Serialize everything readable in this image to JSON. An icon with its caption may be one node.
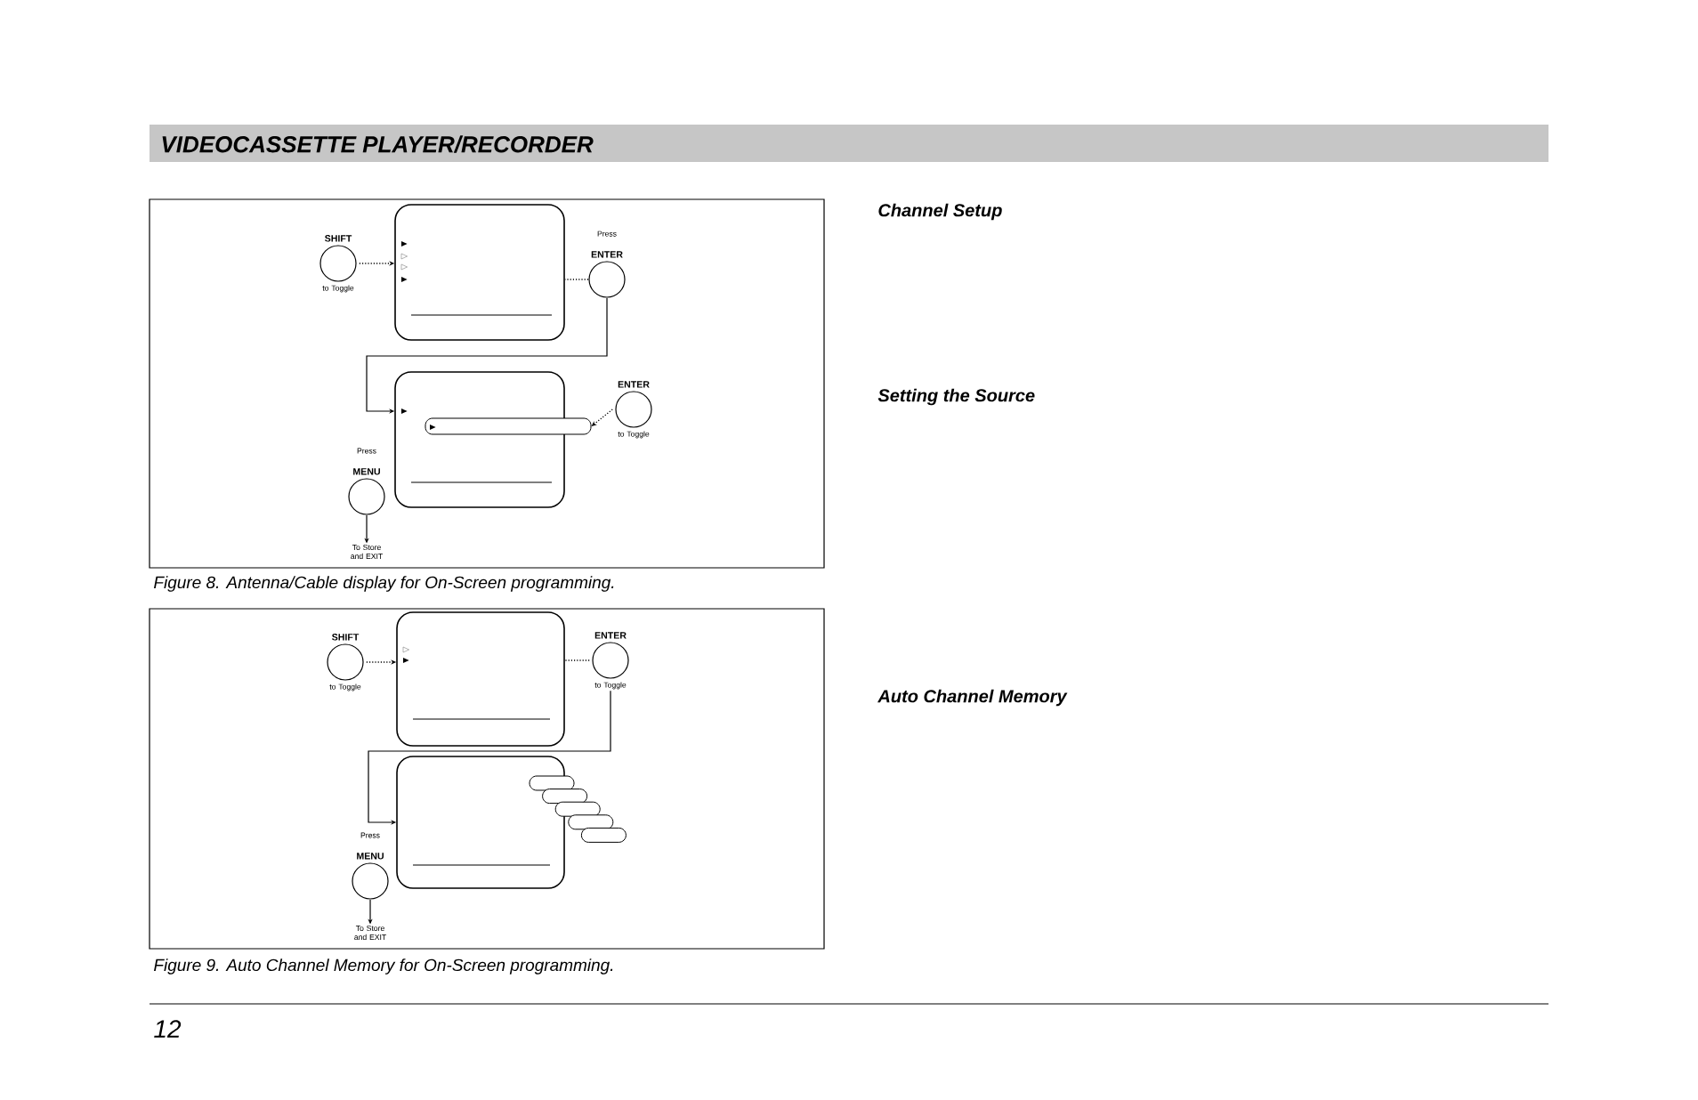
{
  "diagram": {
    "title": "VIDEOCASSETTE PLAYER/RECORDER",
    "nodes": [
      {
        "text": [
          "SHIFT",
          "to Toggle"
        ]
      },
      {
        "text": [],
        "shape": "box"
      },
      {
        "text": [
          "Press",
          "ENTER"
        ]
      },
      {
        "text": [],
        "shape": "box"
      },
      {
        "text": [],
        "shape": "bar"
      },
      {
        "text": [
          "ENTER",
          "to Toggle"
        ]
      },
      {
        "text": [
          "Press",
          "MENU"
        ]
      },
      {
        "text": [
          "To Store and EXIT"
        ]
      },
      {
        "text": [
          "SHIFT",
          "to Toggle"
        ]
      },
      {
        "text": [],
        "shape": "box"
      },
      {
        "text": [
          "ENTER",
          "to Toggle"
        ]
      },
      {
        "text": [],
        "shape": "box"
      },
      {
        "text": [],
        "shape": "bar"
      },
      {
        "text": [],
        "shape": "bar"
      },
      {
        "text": [],
        "shape": "bar"
      },
      {
        "text": [],
        "shape": "bar"
      },
      {
        "text": [],
        "shape": "bar"
      },
      {
        "text": [
          "Press",
          "MENU"
        ]
      },
      {
        "text": [
          "To Store and EXIT"
        ]
      }
    ],
    "edges": [
      {
        "from": 0,
        "to": 1,
        "arrow": "to",
        "style": "dashed"
      },
      {
        "from": 2,
        "to": 1,
        "arrow": "none",
        "style": "dashed"
      },
      {
        "from": 2,
        "to": 3,
        "arrow": "to"
      },
      {
        "from": 5,
        "to": 4,
        "arrow": "to",
        "style": "dashed"
      },
      {
        "from": 6,
        "to": 7,
        "arrow": "to"
      },
      {
        "from": 8,
        "to": 9,
        "arrow": "to",
        "style": "dashed"
      },
      {
        "from": 10,
        "to": 9,
        "arrow": "none",
        "style": "dashed"
      },
      {
        "from": 10,
        "to": 11,
        "arrow": "to"
      },
      {
        "from": 17,
        "to": 18,
        "arrow": "to"
      }
    ],
    "labels": [
      "Channel Setup",
      "Setting the Source",
      "Figure 8. Antenna/Cable display for On-Screen programming.",
      "Auto Channel Memory",
      "Figure 9. Auto Channel Memory for On-Screen programming.",
      "12"
    ]
  }
}
